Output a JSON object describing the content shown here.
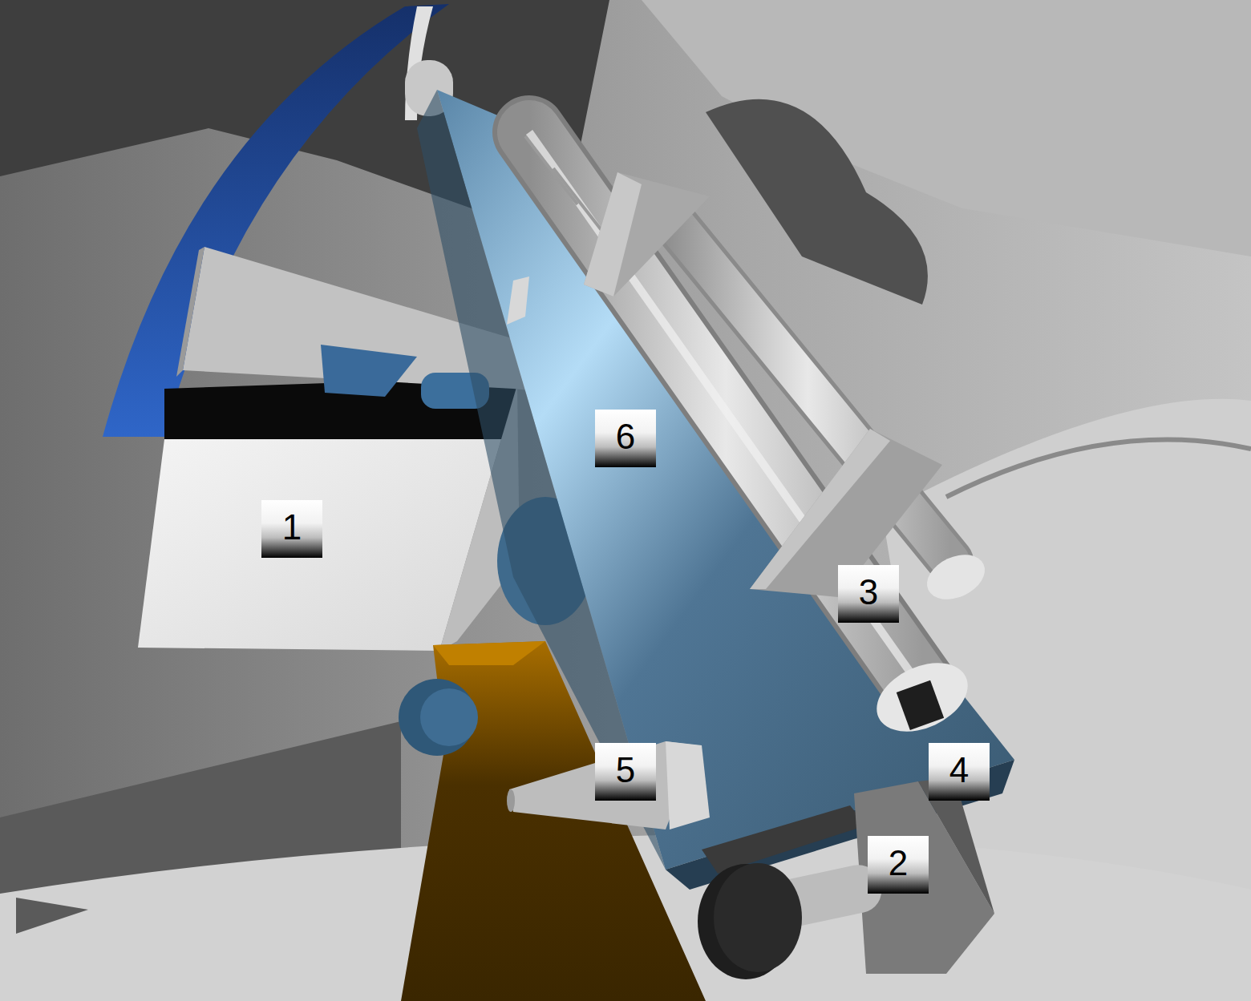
{
  "diagram": {
    "labels": [
      "6",
      "1",
      "3",
      "5",
      "4",
      "2"
    ]
  }
}
